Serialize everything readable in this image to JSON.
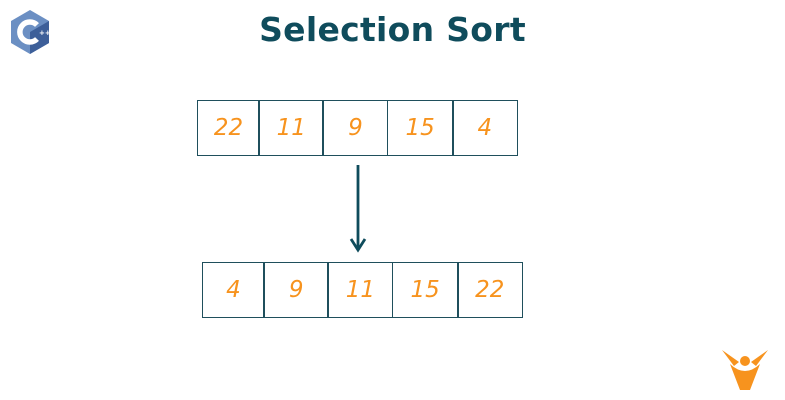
{
  "header": {
    "title": "Selection Sort"
  },
  "diagram": {
    "input_array": [
      "22",
      "11",
      "9",
      "15",
      "4"
    ],
    "output_array": [
      "4",
      "9",
      "11",
      "15",
      "22"
    ]
  },
  "colors": {
    "title": "#0f4c5c",
    "numbers": "#f7931e",
    "border": "#1f4f5c",
    "arrow": "#0f4c5c",
    "cpp_logo_light": "#6b8fc3",
    "cpp_logo_dark": "#3d5f99",
    "brand_logo": "#f7931e"
  },
  "icons": {
    "top_left": "cpp-logo-icon",
    "bottom_right": "brand-logo-icon",
    "arrow": "arrow-down-icon"
  }
}
